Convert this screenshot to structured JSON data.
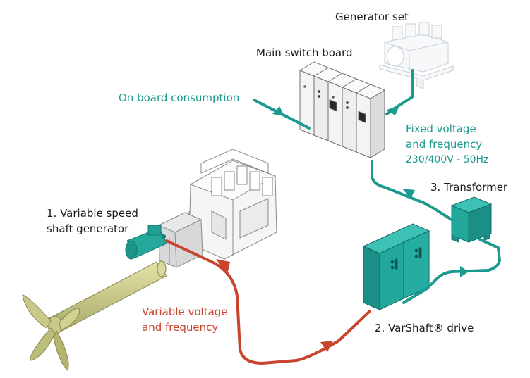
{
  "labels": {
    "generator_set": "Generator set",
    "main_switch_board": "Main switch board",
    "on_board_consumption": "On board consumption",
    "fixed_line1": "Fixed voltage",
    "fixed_line2": "and frequency",
    "fixed_line3": "230/400V - 50Hz",
    "transformer": "3. Transformer",
    "shaft_gen_line1": "1. Variable speed",
    "shaft_gen_line2": "shaft generator",
    "variable_line1": "Variable voltage",
    "variable_line2": "and frequency",
    "varshaft_drive": "2. VarShaft® drive"
  },
  "colors": {
    "teal_line": "#1b9a8f",
    "red_line": "#c8442c",
    "equipment_teal": "#22a79c",
    "propeller": "#c9c98a",
    "engine_outline": "#8a8a8a"
  }
}
